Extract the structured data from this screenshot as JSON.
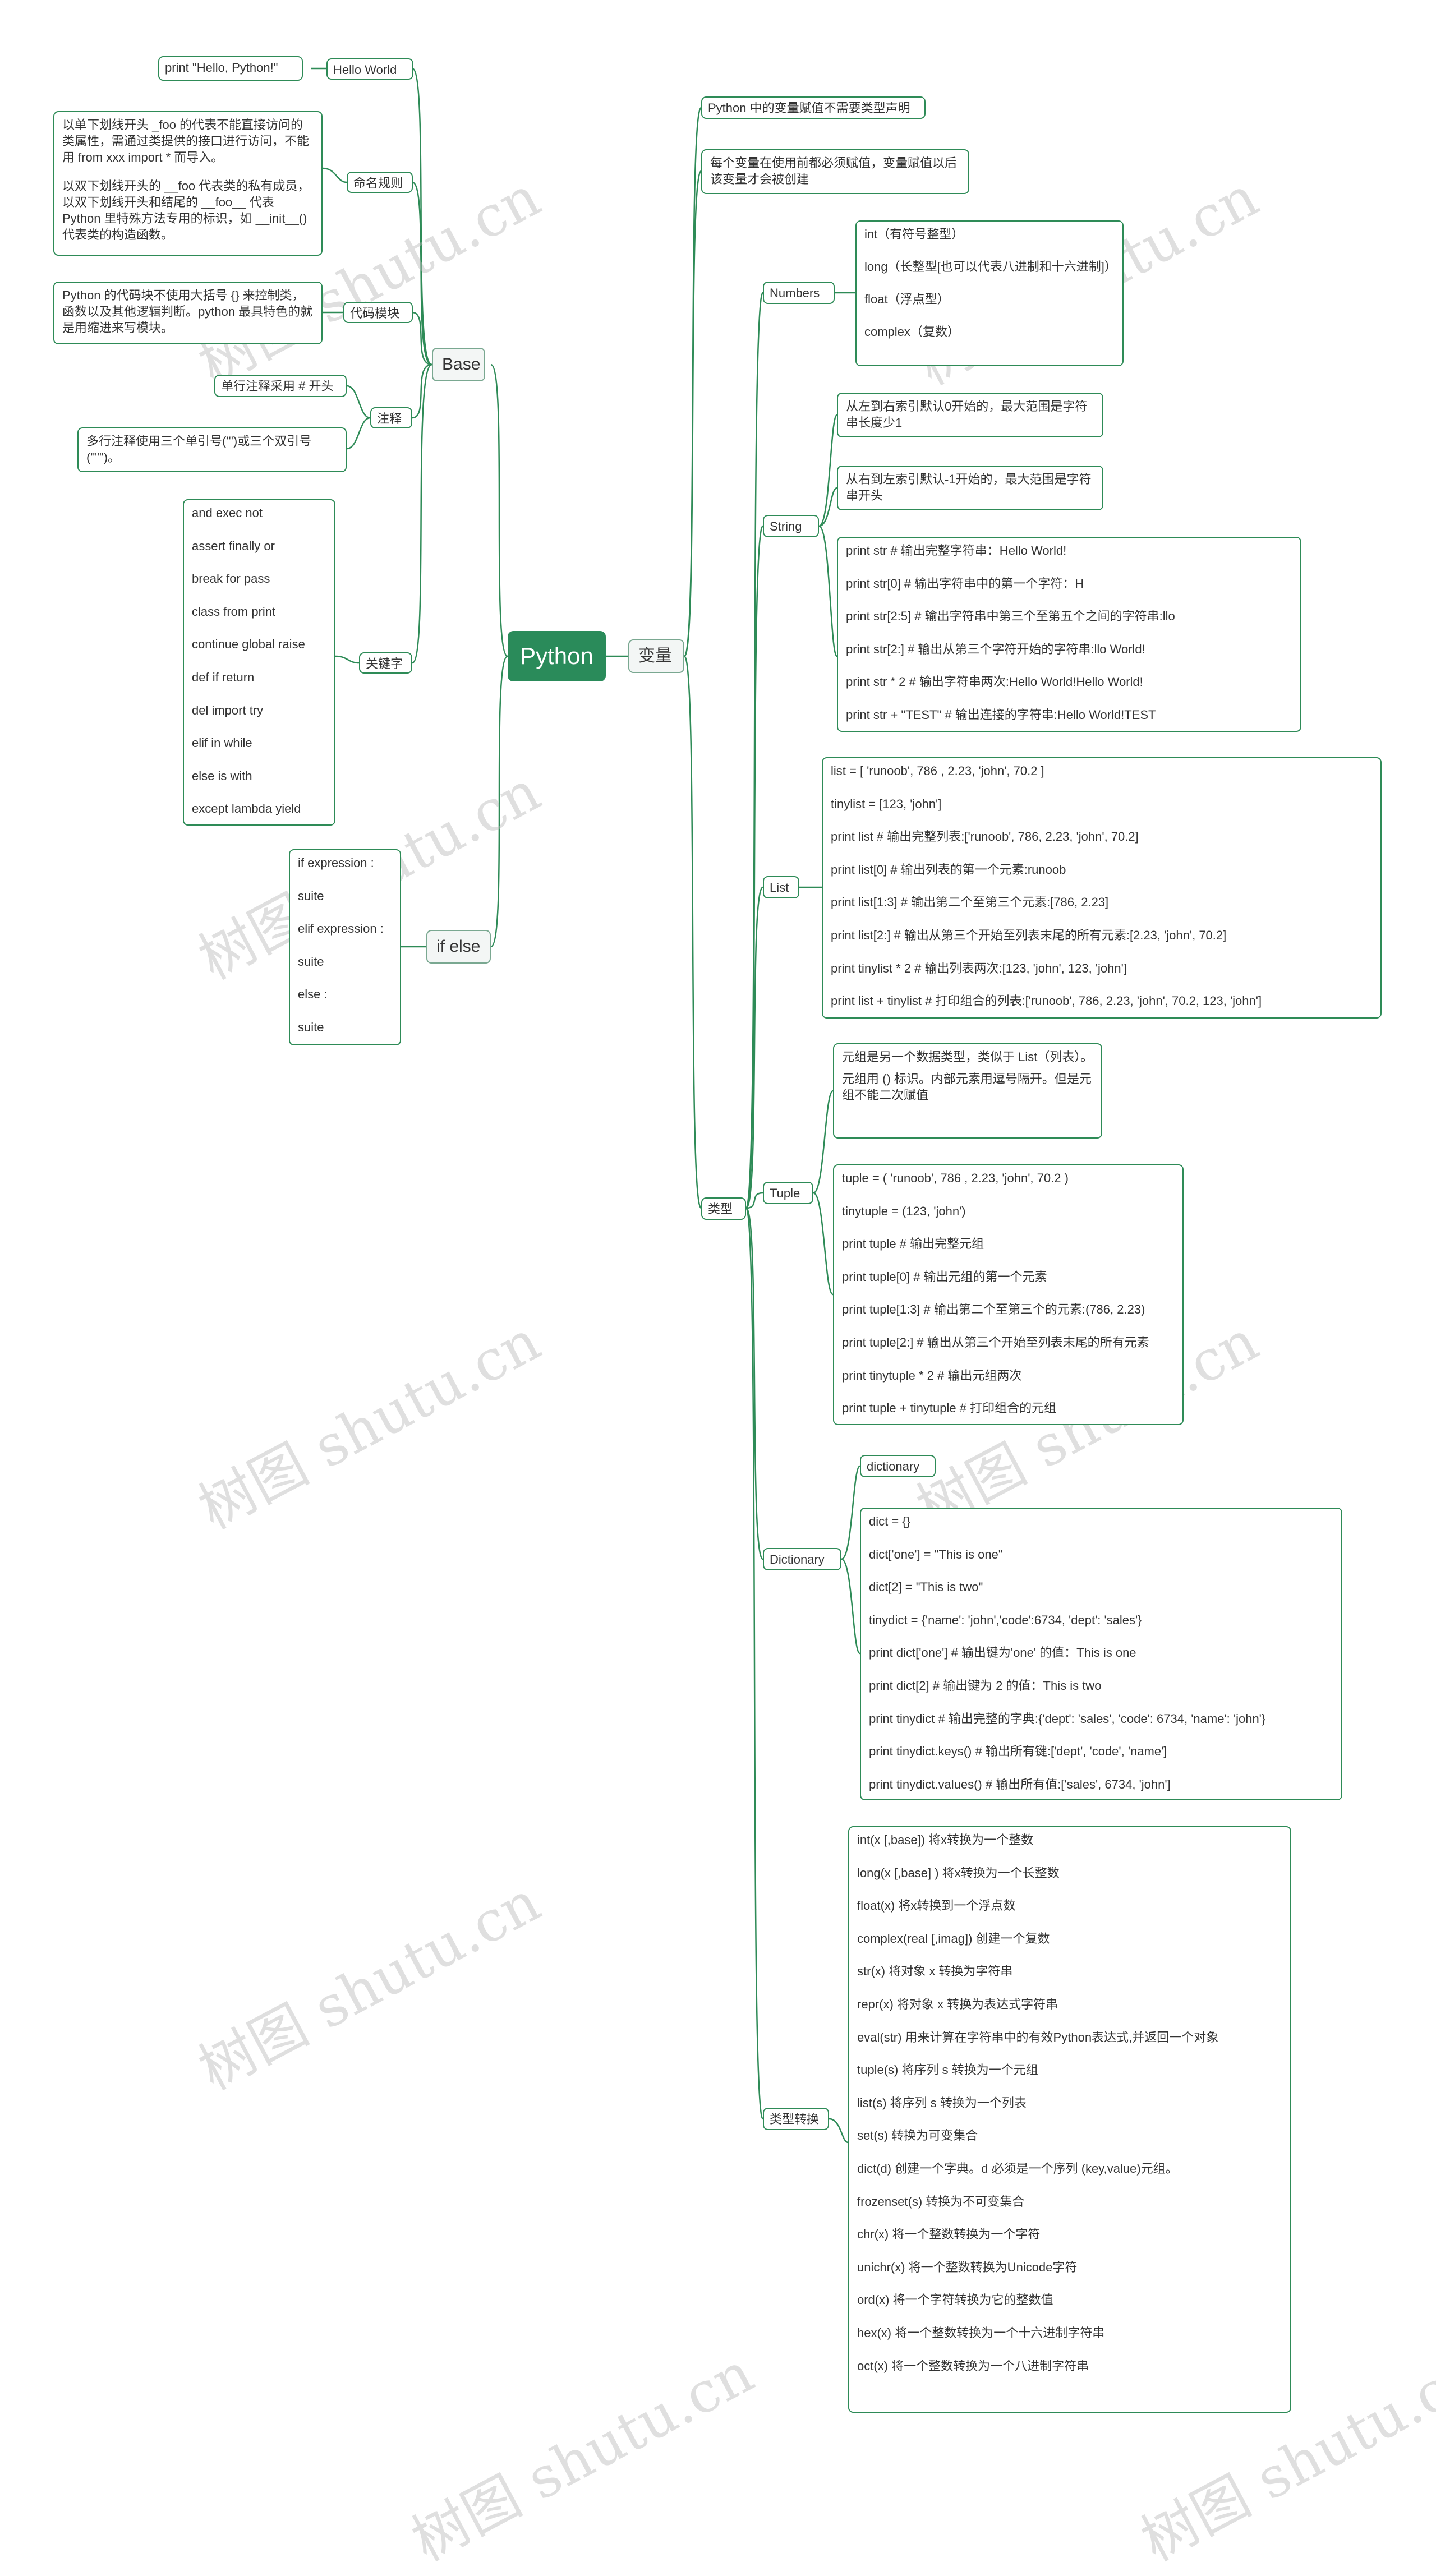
{
  "root": "Python",
  "watermark": "树图 shutu.cn",
  "base": {
    "label": "Base",
    "hello_world": {
      "label": "Hello World",
      "code": "print \"Hello, Python!\""
    },
    "naming": {
      "label": "命名规则",
      "p1": "以单下划线开头 _foo 的代表不能直接访问的类属性，需通过类提供的接口进行访问，不能用 from xxx import * 而导入。",
      "p2": "以双下划线开头的 __foo 代表类的私有成员，以双下划线开头和结尾的 __foo__ 代表 Python 里特殊方法专用的标识，如 __init__() 代表类的构造函数。"
    },
    "code_block": {
      "label": "代码模块",
      "text": "Python 的代码块不使用大括号 {} 来控制类，函数以及其他逻辑判断。python 最具特色的就是用缩进来写模块。"
    },
    "comment": {
      "label": "注释",
      "single": "单行注释采用 # 开头",
      "multi": "多行注释使用三个单引号(''')或三个双引号(\"\"\")。"
    },
    "keywords": {
      "label": "关键字",
      "items": [
        "and exec not",
        "assert finally or",
        "break for pass",
        "class from print",
        "continue global raise",
        "def if return",
        "del import try",
        "elif in while",
        "else is with",
        "except lambda yield"
      ]
    }
  },
  "if_else": {
    "label": "if else",
    "items": [
      "if expression :",
      "suite",
      "elif expression :",
      "suite",
      "else :",
      "suite"
    ]
  },
  "variable": {
    "label": "变量",
    "note1": "Python 中的变量赋值不需要类型声明",
    "note2": "每个变量在使用前都必须赋值，变量赋值以后该变量才会被创建",
    "types": {
      "label": "类型",
      "numbers": {
        "label": "Numbers",
        "items": [
          "int（有符号整型）",
          "long（长整型[也可以代表八进制和十六进制]）",
          "float（浮点型）",
          "complex（复数）"
        ]
      },
      "string": {
        "label": "String",
        "idx1": "从左到右索引默认0开始的，最大范围是字符串长度少1",
        "idx2": "从右到左索引默认-1开始的，最大范围是字符串开头",
        "items": [
          "print str # 输出完整字符串：Hello World!",
          "print str[0] # 输出字符串中的第一个字符：H",
          "print str[2:5] # 输出字符串中第三个至第五个之间的字符串:llo",
          "print str[2:] # 输出从第三个字符开始的字符串:llo World!",
          "print str * 2 # 输出字符串两次:Hello World!Hello World!",
          "print str + \"TEST\" # 输出连接的字符串:Hello World!TEST"
        ]
      },
      "list": {
        "label": "List",
        "items": [
          "list = [ 'runoob', 786 , 2.23, 'john', 70.2 ]",
          "tinylist = [123, 'john']",
          "print list # 输出完整列表:['runoob', 786, 2.23, 'john', 70.2]",
          "print list[0] # 输出列表的第一个元素:runoob",
          "print list[1:3] # 输出第二个至第三个元素:[786, 2.23]",
          "print list[2:] # 输出从第三个开始至列表末尾的所有元素:[2.23, 'john', 70.2]",
          "print tinylist * 2 # 输出列表两次:[123, 'john', 123, 'john']",
          "print list + tinylist # 打印组合的列表:['runoob', 786, 2.23, 'john', 70.2, 123, 'john']"
        ]
      },
      "tuple": {
        "label": "Tuple",
        "desc1": "元组是另一个数据类型，类似于 List（列表）。",
        "desc2": "元组用 () 标识。内部元素用逗号隔开。但是元组不能二次赋值",
        "items": [
          "tuple = ( 'runoob', 786 , 2.23, 'john', 70.2 )",
          "tinytuple = (123, 'john')",
          "print tuple # 输出完整元组",
          "print tuple[0] # 输出元组的第一个元素",
          "print tuple[1:3] # 输出第二个至第三个的元素:(786, 2.23)",
          "print tuple[2:] # 输出从第三个开始至列表末尾的所有元素",
          "print tinytuple * 2 # 输出元组两次",
          "print tuple + tinytuple # 打印组合的元组"
        ]
      },
      "dictionary": {
        "label": "Dictionary",
        "title": "dictionary",
        "items": [
          "dict = {}",
          "dict['one'] = \"This is one\"",
          "dict[2] = \"This is two\"",
          "tinydict = {'name': 'john','code':6734, 'dept': 'sales'}",
          "print dict['one'] # 输出键为'one' 的值：This is one",
          "print dict[2] # 输出键为 2 的值：This is two",
          "print tinydict # 输出完整的字典:{'dept': 'sales', 'code': 6734, 'name': 'john'}",
          "print tinydict.keys() # 输出所有键:['dept', 'code', 'name']",
          "print tinydict.values() # 输出所有值:['sales', 6734, 'john']"
        ]
      },
      "conversion": {
        "label": "类型转换",
        "items": [
          "int(x [,base]) 将x转换为一个整数",
          "long(x [,base] ) 将x转换为一个长整数",
          "float(x) 将x转换到一个浮点数",
          "complex(real [,imag]) 创建一个复数",
          "str(x) 将对象 x 转换为字符串",
          "repr(x) 将对象 x 转换为表达式字符串",
          "eval(str) 用来计算在字符串中的有效Python表达式,并返回一个对象",
          "tuple(s) 将序列 s 转换为一个元组",
          "list(s) 将序列 s 转换为一个列表",
          "set(s) 转换为可变集合",
          "dict(d) 创建一个字典。d 必须是一个序列 (key,value)元组。",
          "frozenset(s) 转换为不可变集合",
          "chr(x) 将一个整数转换为一个字符",
          "unichr(x) 将一个整数转换为Unicode字符",
          "ord(x) 将一个字符转换为它的整数值",
          "hex(x) 将一个整数转换为一个十六进制字符串",
          "oct(x) 将一个整数转换为一个八进制字符串"
        ]
      }
    }
  }
}
